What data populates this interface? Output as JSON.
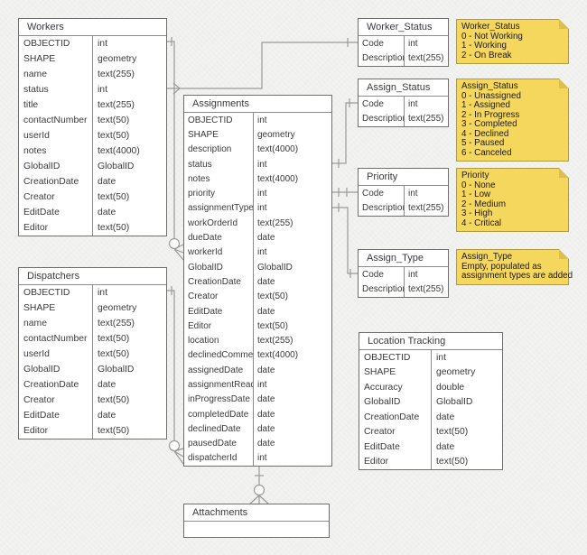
{
  "diagram": {
    "tables": [
      {
        "id": "workers",
        "title": "Workers",
        "fields": [
          {
            "name": "OBJECTID",
            "type": "int"
          },
          {
            "name": "SHAPE",
            "type": "geometry"
          },
          {
            "name": "name",
            "type": "text(255)"
          },
          {
            "name": "status",
            "type": "int"
          },
          {
            "name": "title",
            "type": "text(255)"
          },
          {
            "name": "contactNumber",
            "type": "text(50)"
          },
          {
            "name": "userId",
            "type": "text(50)"
          },
          {
            "name": "notes",
            "type": "text(4000)"
          },
          {
            "name": "GlobalID",
            "type": "GlobalID"
          },
          {
            "name": "CreationDate",
            "type": "date"
          },
          {
            "name": "Creator",
            "type": "text(50)"
          },
          {
            "name": "EditDate",
            "type": "date"
          },
          {
            "name": "Editor",
            "type": "text(50)"
          }
        ]
      },
      {
        "id": "dispatchers",
        "title": "Dispatchers",
        "fields": [
          {
            "name": "OBJECTID",
            "type": "int"
          },
          {
            "name": "SHAPE",
            "type": "geometry"
          },
          {
            "name": "name",
            "type": "text(255)"
          },
          {
            "name": "contactNumber",
            "type": "text(50)"
          },
          {
            "name": "userId",
            "type": "text(50)"
          },
          {
            "name": "GlobalID",
            "type": "GlobalID"
          },
          {
            "name": "CreationDate",
            "type": "date"
          },
          {
            "name": "Creator",
            "type": "text(50)"
          },
          {
            "name": "EditDate",
            "type": "date"
          },
          {
            "name": "Editor",
            "type": "text(50)"
          }
        ]
      },
      {
        "id": "assignments",
        "title": "Assignments",
        "fields": [
          {
            "name": "OBJECTID",
            "type": "int"
          },
          {
            "name": "SHAPE",
            "type": "geometry"
          },
          {
            "name": "description",
            "type": "text(4000)"
          },
          {
            "name": "status",
            "type": "int"
          },
          {
            "name": "notes",
            "type": "text(4000)"
          },
          {
            "name": "priority",
            "type": "int"
          },
          {
            "name": "assignmentType",
            "type": "int"
          },
          {
            "name": "workOrderId",
            "type": "text(255)"
          },
          {
            "name": "dueDate",
            "type": "date"
          },
          {
            "name": "workerId",
            "type": "int"
          },
          {
            "name": "GlobalID",
            "type": "GlobalID"
          },
          {
            "name": "CreationDate",
            "type": "date"
          },
          {
            "name": "Creator",
            "type": "text(50)"
          },
          {
            "name": "EditDate",
            "type": "date"
          },
          {
            "name": "Editor",
            "type": "text(50)"
          },
          {
            "name": "location",
            "type": "text(255)"
          },
          {
            "name": "declinedComment",
            "type": "text(4000)"
          },
          {
            "name": "assignedDate",
            "type": "date"
          },
          {
            "name": "assignmentRead",
            "type": "int"
          },
          {
            "name": "inProgressDate",
            "type": "date"
          },
          {
            "name": "completedDate",
            "type": "date"
          },
          {
            "name": "declinedDate",
            "type": "date"
          },
          {
            "name": "pausedDate",
            "type": "date"
          },
          {
            "name": "dispatcherId",
            "type": "int"
          }
        ]
      },
      {
        "id": "worker_status",
        "title": "Worker_Status",
        "fields": [
          {
            "name": "Code",
            "type": "int"
          },
          {
            "name": "Description",
            "type": "text(255)"
          }
        ]
      },
      {
        "id": "assign_status",
        "title": "Assign_Status",
        "fields": [
          {
            "name": "Code",
            "type": "int"
          },
          {
            "name": "Description",
            "type": "text(255)"
          }
        ]
      },
      {
        "id": "priority",
        "title": "Priority",
        "fields": [
          {
            "name": "Code",
            "type": "int"
          },
          {
            "name": "Description",
            "type": "text(255)"
          }
        ]
      },
      {
        "id": "assign_type",
        "title": "Assign_Type",
        "fields": [
          {
            "name": "Code",
            "type": "int"
          },
          {
            "name": "Description",
            "type": "text(255)"
          }
        ]
      },
      {
        "id": "location_tracking",
        "title": "Location Tracking",
        "fields": [
          {
            "name": "OBJECTID",
            "type": "int"
          },
          {
            "name": "SHAPE",
            "type": "geometry"
          },
          {
            "name": "Accuracy",
            "type": "double"
          },
          {
            "name": "GlobalID",
            "type": "GlobalID"
          },
          {
            "name": "CreationDate",
            "type": "date"
          },
          {
            "name": "Creator",
            "type": "text(50)"
          },
          {
            "name": "EditDate",
            "type": "date"
          },
          {
            "name": "Editor",
            "type": "text(50)"
          }
        ]
      },
      {
        "id": "attachments",
        "title": "Attachments",
        "fields": []
      }
    ],
    "notes": [
      {
        "id": "worker_status_note",
        "lines": [
          "Worker_Status",
          "0 - Not Working",
          "1 - Working",
          "2 - On Break"
        ]
      },
      {
        "id": "assign_status_note",
        "lines": [
          "Assign_Status",
          "0 - Unassigned",
          "1 - Assigned",
          "2 - In Progress",
          "3 - Completed",
          "4 - Declined",
          "5 - Paused",
          "6 - Canceled"
        ]
      },
      {
        "id": "priority_note",
        "lines": [
          "Priority",
          "0 - None",
          "1 - Low",
          "2 - Medium",
          "3 - High",
          "4 - Critical"
        ]
      },
      {
        "id": "assign_type_note",
        "lines": [
          "Assign_Type",
          "Empty, populated as",
          "assignment types are added"
        ]
      }
    ],
    "colors": {
      "note_fill": "#F5D75E",
      "note_fold": "#DCBF50",
      "note_border": "#AE9C3D",
      "connector": "#9A9A9A",
      "table_border": "#6F6F6F",
      "background": "#F2F2F0"
    }
  }
}
